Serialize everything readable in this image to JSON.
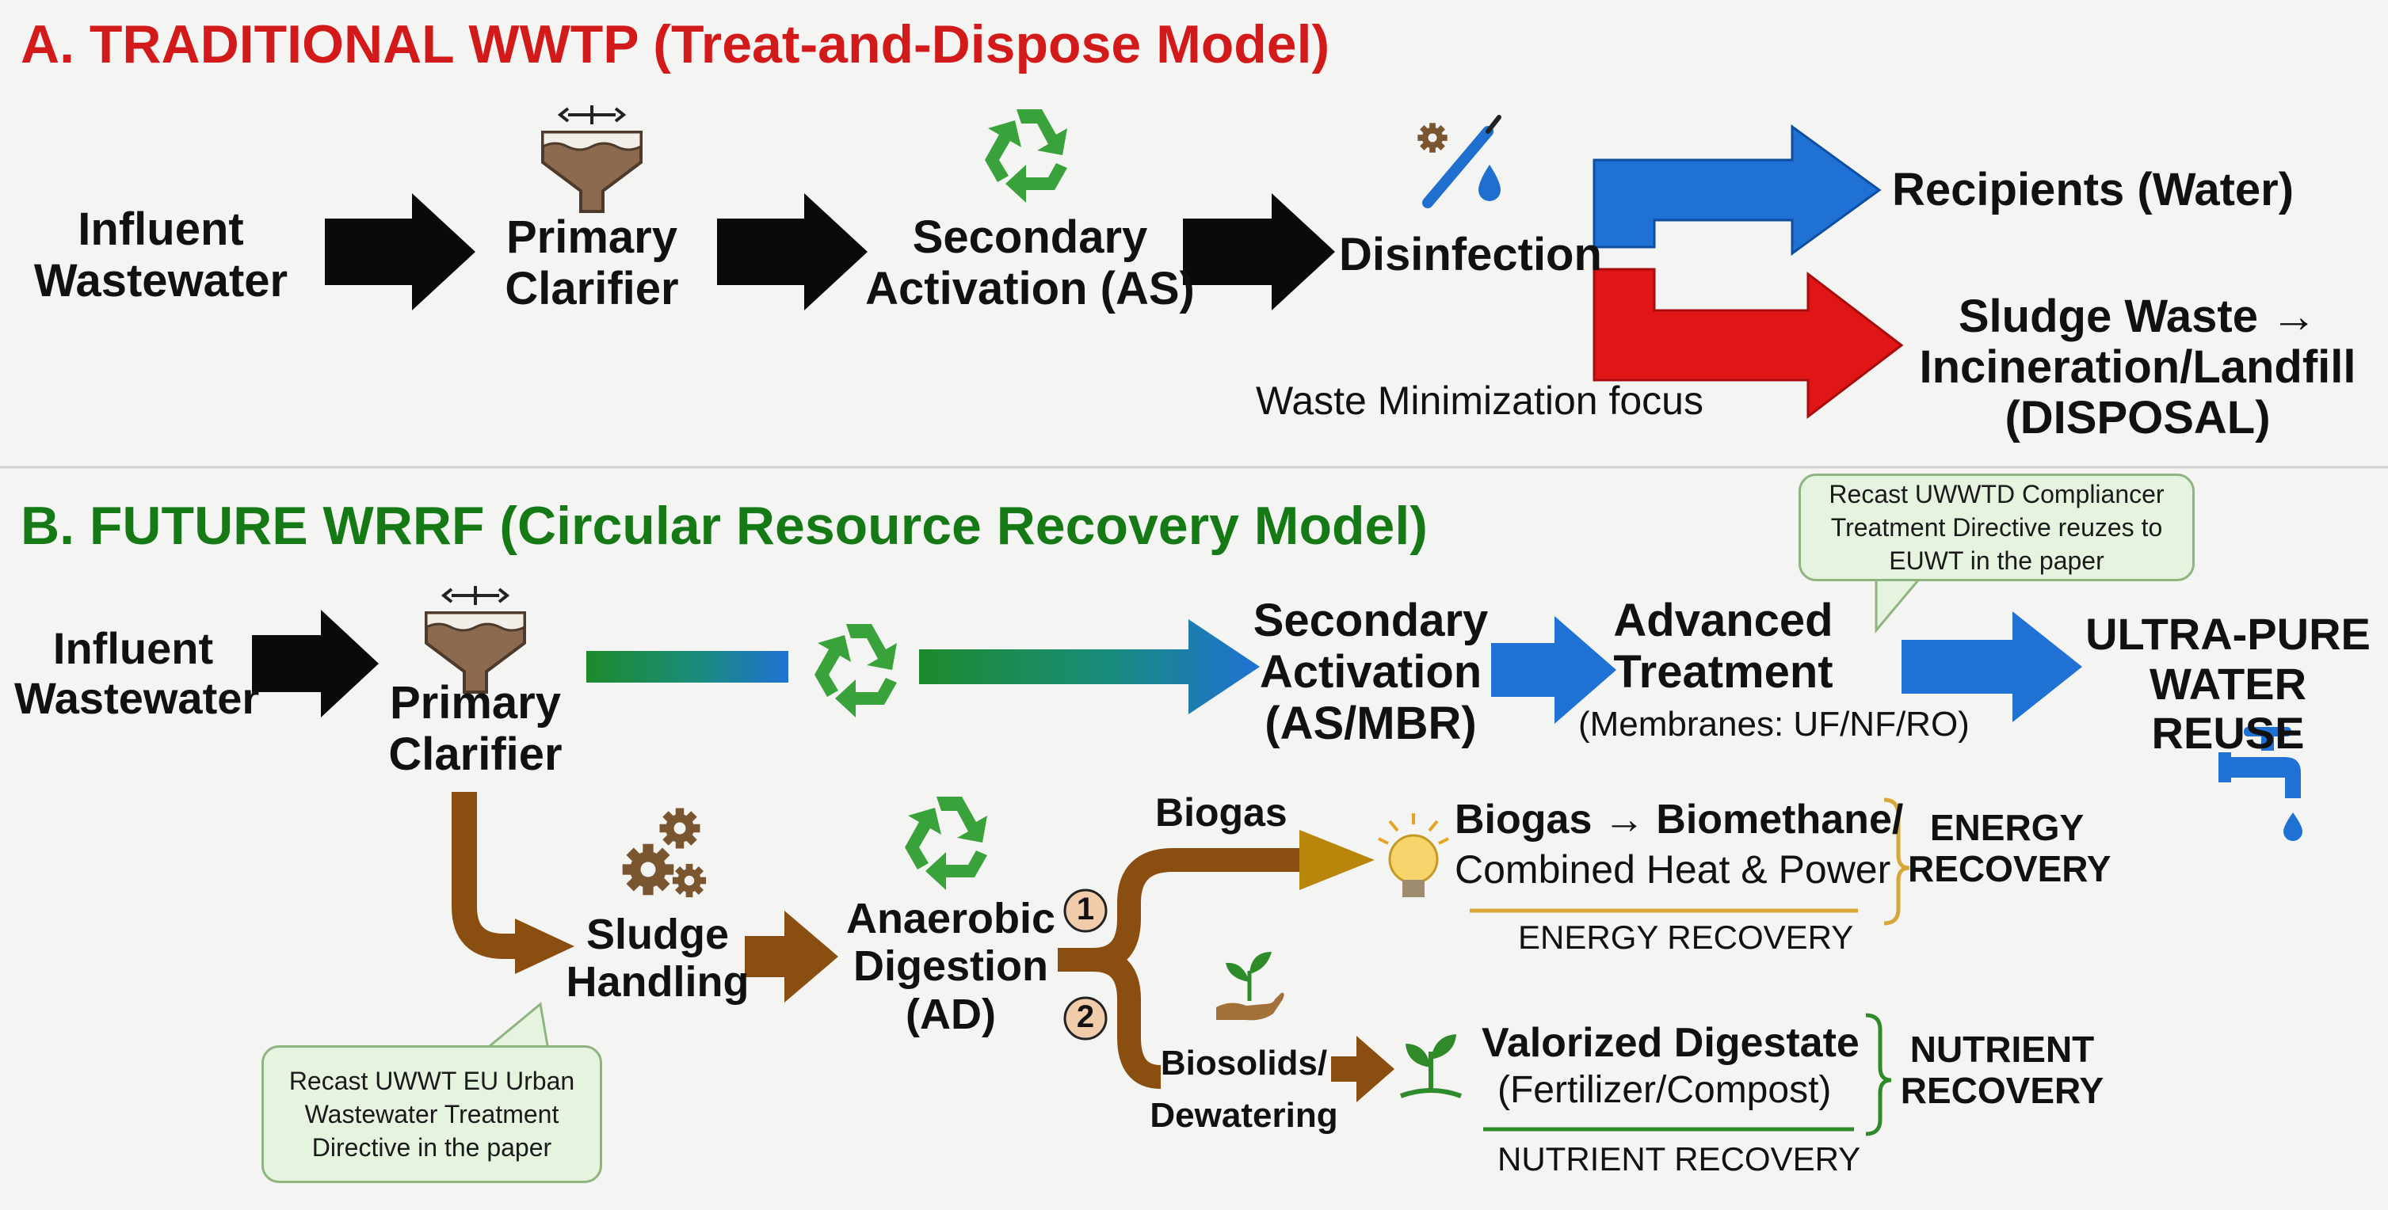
{
  "section_a": {
    "title": "A. TRADITIONAL WWTP (Treat-and-Dispose Model)",
    "influent": "Influent\nWastewater",
    "primary": "Primary\nClarifier",
    "secondary": "Secondary\nActivation (AS)",
    "disinfection": "Disinfection",
    "recipients": "Recipients (Water)",
    "sludge": "Sludge Waste →\nIncineration/Landfill\n(DISPOSAL)",
    "waste_focus": "Waste Minimization focus"
  },
  "section_b": {
    "title": "B. FUTURE WRRF (Circular Resource Recovery Model)",
    "influent": "Influent\nWastewater",
    "primary": "Primary\nClarifier",
    "secondary": "Secondary\nActivation\n(AS/MBR)",
    "advanced": "Advanced\nTreatment",
    "advanced_sub": "(Membranes: UF/NF/RO)",
    "water_reuse": "ULTRA-PURE\nWATER REUSE",
    "callout_top": "Recast UWWTD Compliancer\nTreatment Directive reuzes to\nEUWT in the paper",
    "sludge_handling": "Sludge\nHandling",
    "anaerobic": "Anaerobic\nDigestion\n(AD)",
    "marker_1": "1",
    "marker_2": "2",
    "biogas": "Biogas",
    "biogas_line1": "Biogas → Biomethane/",
    "biogas_line2": "Combined Heat & Power",
    "energy_bracket": "ENERGY\nRECOVERY",
    "energy_underline": "ENERGY RECOVERY",
    "biosolids": "Biosolids/\nDewatering",
    "digestate_line1": "Valorized Digestate",
    "digestate_line2": "(Fertilizer/Compost)",
    "nutrient_bracket": "NUTRIENT\nRECOVERY",
    "nutrient_underline": "NUTRIENT RECOVERY",
    "callout_bottom": "Recast UWWT EU Urban\nWastewater Treatment\nDirective in the paper"
  },
  "colors": {
    "section_a": "#d21a1a",
    "section_b": "#157a16",
    "blue": "#1f72d4",
    "red": "#e01515",
    "brown": "#8a4f10",
    "green": "#3a9a3a",
    "gold": "#d8a73a"
  },
  "icons": [
    "clarifier-icon",
    "recycle-icon",
    "disinfection-icon",
    "gears-icon",
    "lightbulb-icon",
    "hand-plant-icon",
    "seedling-icon",
    "faucet-icon"
  ]
}
